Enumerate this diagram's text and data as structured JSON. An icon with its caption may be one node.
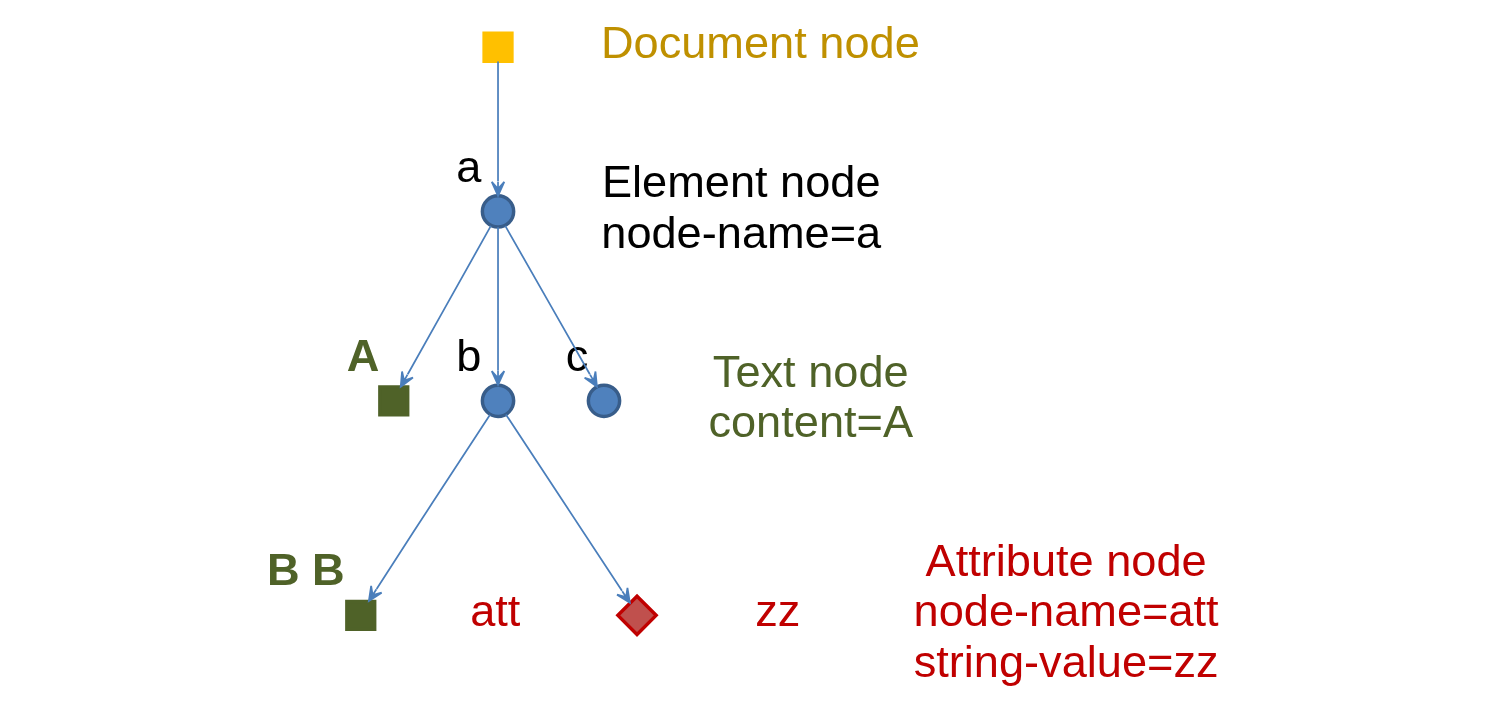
{
  "diagram": {
    "nodes": [
      {
        "text": [],
        "shape": "box"
      },
      {
        "text": [],
        "shape": "circle",
        "beside": [
          "a"
        ]
      },
      {
        "text": [],
        "shape": "box",
        "beside": [
          "A"
        ]
      },
      {
        "text": [],
        "shape": "circle",
        "beside": [
          "b"
        ]
      },
      {
        "text": [],
        "shape": "diamond",
        "beside": [
          "att",
          "zz"
        ]
      },
      {
        "text": [],
        "shape": "circle",
        "beside": [
          "c"
        ]
      },
      {
        "text": [],
        "shape": "box",
        "beside": [
          "B B"
        ]
      }
    ],
    "edges": [
      {
        "from": 0,
        "to": 1,
        "arrow": "to"
      },
      {
        "from": 1,
        "to": 2,
        "arrow": "to"
      },
      {
        "from": 1,
        "to": 3,
        "arrow": "to"
      },
      {
        "from": 1,
        "to": 5,
        "arrow": "to"
      },
      {
        "from": 3,
        "to": 4,
        "arrow": "to"
      },
      {
        "from": 3,
        "to": 6,
        "arrow": "to"
      }
    ],
    "labels": [
      "Document node",
      "Element node node-name=a",
      "Text node content=A",
      "Attribute node node-name=att string-value=zz"
    ]
  }
}
